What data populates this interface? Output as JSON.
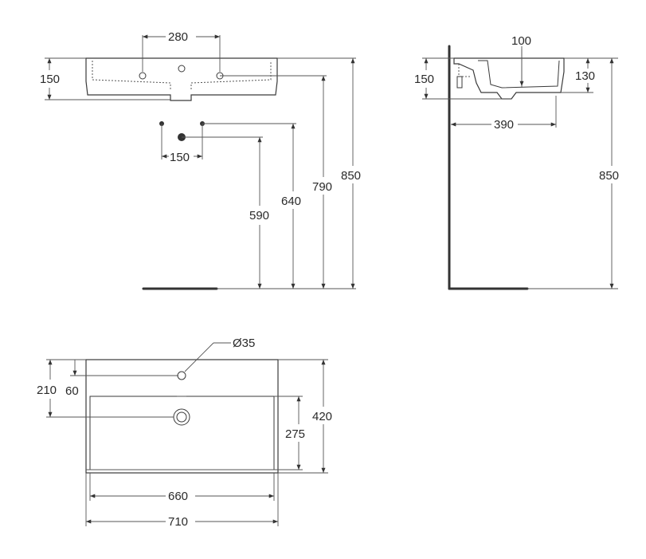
{
  "front_view": {
    "tap_spacing": "280",
    "basin_height": "150",
    "valve_spacing": "150",
    "valve_height": "590",
    "side_valve_height": "640",
    "overflow_height": "790",
    "rim_height": "850"
  },
  "side_view": {
    "waste_offset": "100",
    "basin_height": "150",
    "bowl_depth": "130",
    "projection": "390",
    "rim_height": "850"
  },
  "plan_view": {
    "tap_hole": "Ø35",
    "tap_offset": "60",
    "waste_offset": "210",
    "depth": "420",
    "bowl_depth": "275",
    "bowl_width": "660",
    "overall_width": "710"
  }
}
